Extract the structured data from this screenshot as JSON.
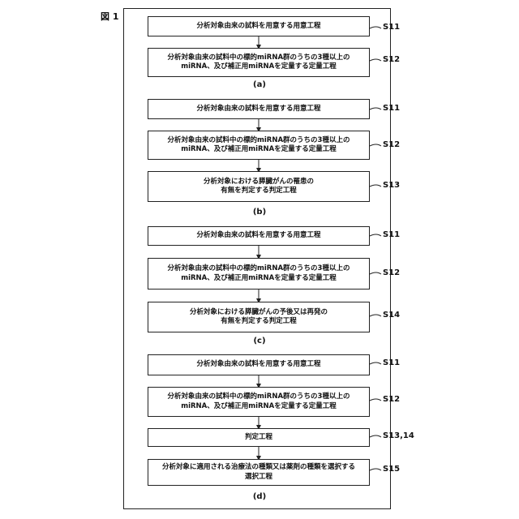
{
  "figure_label": "図 1",
  "steps": {
    "prep": "分析対象由来の試料を用意する用意工程",
    "quant_1": "分析対象由来の試料中の標的miRNA群のうちの3種以上の",
    "quant_2": "miRNA、及び補正用miRNAを定量する定量工程",
    "diag_1": "分析対象における膵臓がんの罹患の",
    "diag_2": "有無を判定する判定工程",
    "prog_1": "分析対象における膵臓がんの予後又は再発の",
    "prog_2": "有無を判定する判定工程",
    "judge": "判定工程",
    "select_1": "分析対象に適用される治療法の種類又は薬剤の種類を選択する",
    "select_2": "選択工程"
  },
  "tags": {
    "s11": "S11",
    "s12": "S12",
    "s13": "S13",
    "s14": "S14",
    "s13_14": "S13,14",
    "s15": "S15"
  },
  "captions": {
    "a": "(a)",
    "b": "(b)",
    "c": "(c)",
    "d": "(d)"
  }
}
